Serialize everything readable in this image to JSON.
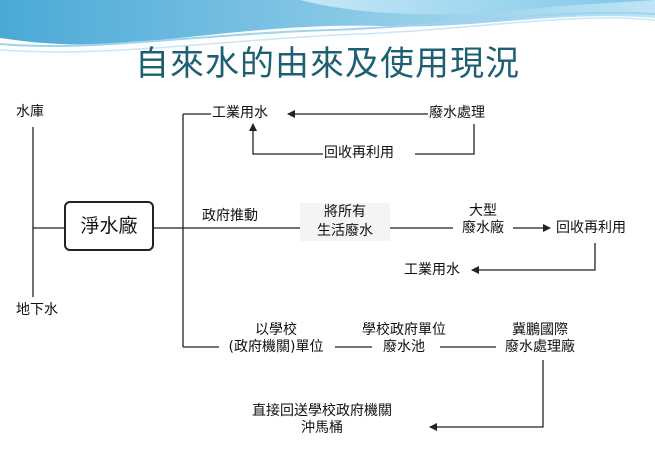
{
  "title": "自來水的由來及使用現況",
  "sources": {
    "reservoir": "水庫",
    "groundwater": "地下水"
  },
  "plant": "淨水廠",
  "top_branch": {
    "industrial_use": "工業用水",
    "wastewater_treatment": "廢水處理",
    "recycle": "回收再利用"
  },
  "middle_branch": {
    "gov_promotion": "政府推動",
    "all_wastewater_l1": "將所有",
    "all_wastewater_l2": "生活廢水",
    "large_plant_l1": "大型",
    "large_plant_l2": "廢水廠",
    "recycle": "回收再利用",
    "industrial_use": "工業用水"
  },
  "bottom_branch": {
    "schools_l1": "以學校",
    "schools_l2": "(政府機關)單位",
    "pool_l1": "學校政府單位",
    "pool_l2": "廢水池",
    "jipeng_l1": "冀鵬國際",
    "jipeng_l2": "廢水處理廠",
    "return_l1": "直接回送學校政府機關",
    "return_l2": "沖馬桶"
  },
  "colors": {
    "title": "#1f5f74",
    "wave_dark": "#5ab3dc",
    "wave_light": "#a9d9ef",
    "line": "#222222"
  }
}
